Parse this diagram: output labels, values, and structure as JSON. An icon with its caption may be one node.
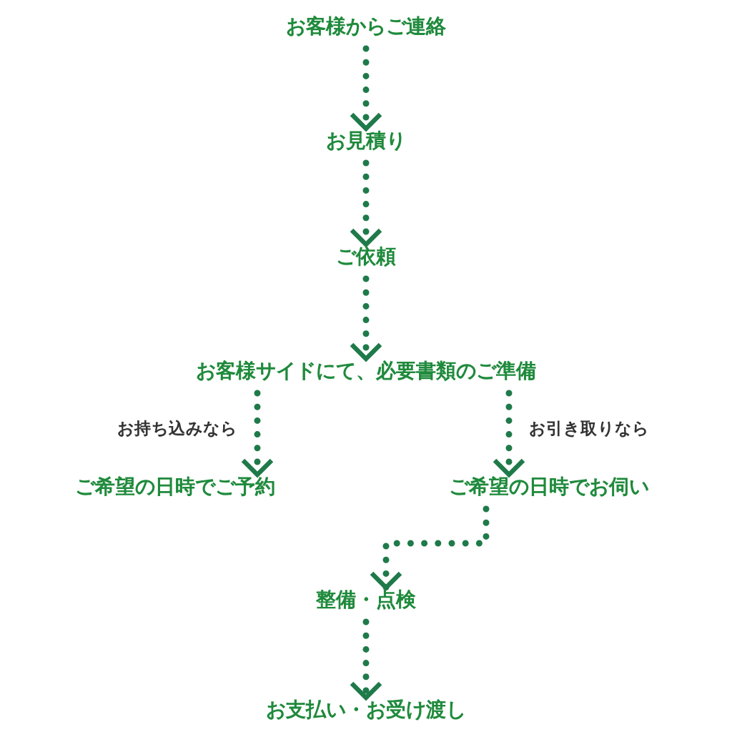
{
  "diagram": {
    "nodes": [
      {
        "text": [
          "お客様からご連絡"
        ]
      },
      {
        "text": [
          "お見積り"
        ]
      },
      {
        "text": [
          "ご依頼"
        ]
      },
      {
        "text": [
          "お客様サイドにて、必要書類のご準備"
        ]
      },
      {
        "text": [
          "ご希望の日時でご予約"
        ]
      },
      {
        "text": [
          "ご希望の日時でお伺い"
        ]
      },
      {
        "text": [
          "整備・点検"
        ]
      },
      {
        "text": [
          "お支払い・お受け渡し"
        ]
      }
    ],
    "edges": [
      {
        "from": 0,
        "to": 1,
        "arrow": "to"
      },
      {
        "from": 1,
        "to": 2,
        "arrow": "to"
      },
      {
        "from": 2,
        "to": 3,
        "arrow": "to"
      },
      {
        "from": 3,
        "to": 4,
        "arrow": "to",
        "label": "お持ち込みなら"
      },
      {
        "from": 3,
        "to": 5,
        "arrow": "to",
        "label": "お引き取りなら"
      },
      {
        "from": 5,
        "to": 6,
        "arrow": "to"
      },
      {
        "from": 6,
        "to": 7,
        "arrow": "to"
      }
    ]
  }
}
